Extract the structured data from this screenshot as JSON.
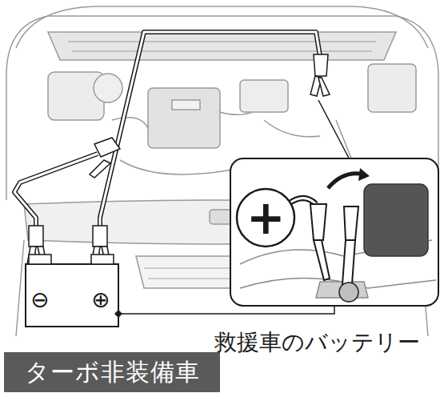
{
  "diagram": {
    "nodes": [
      {
        "text": [
          "ターボ非装備車"
        ]
      }
    ],
    "labels": [
      "⊖",
      "⊕",
      "+",
      "救援車のバッテリー"
    ]
  }
}
